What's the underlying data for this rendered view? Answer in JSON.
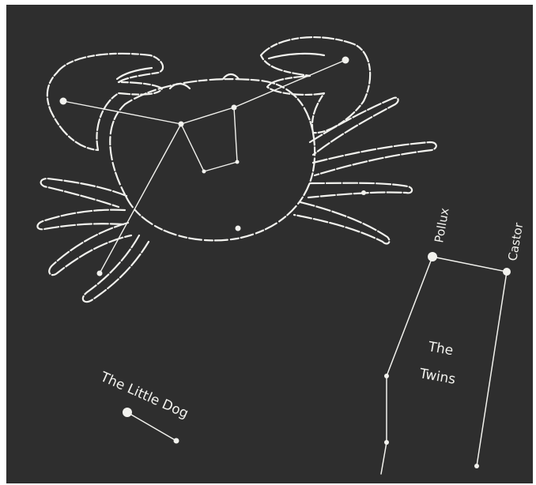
{
  "colors": {
    "background": "#2e2e2e",
    "ink": "#f2f2ee",
    "frame": "#ffffff"
  },
  "labels": {
    "pollux": "Pollux",
    "castor": "Castor",
    "twins_line1": "The",
    "twins_line2": "Twins",
    "little_dog": "The Little Dog"
  }
}
